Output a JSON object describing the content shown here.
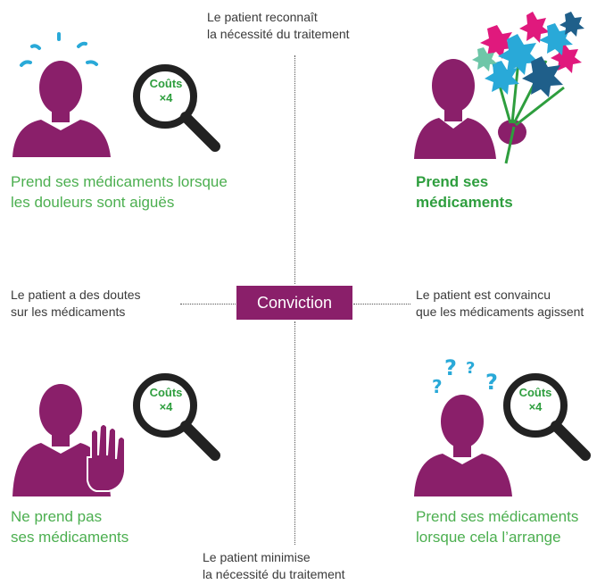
{
  "axis": {
    "top": [
      "Le patient reconnaît",
      "la nécessité du traitement"
    ],
    "bottom": [
      "Le patient minimise",
      "la nécessité du traitement"
    ],
    "left": [
      "Le patient a des doutes",
      "sur les médicaments"
    ],
    "right": [
      "Le patient est convaincu",
      "que les médicaments agissent"
    ],
    "center": "Conviction"
  },
  "quadrants": {
    "top_left": {
      "lines": [
        "Prend ses médicaments lorsque",
        "les douleurs sont aiguës"
      ],
      "badge": [
        "Coûts",
        "×4"
      ]
    },
    "top_right": {
      "lines": [
        "Prend ses",
        "médicaments"
      ]
    },
    "bottom_left": {
      "lines": [
        "Ne prend pas",
        "ses médicaments"
      ],
      "badge": [
        "Coûts",
        "×4"
      ]
    },
    "bottom_right": {
      "lines": [
        "Prend ses médicaments",
        "lorsque cela l’arrange"
      ],
      "badge": [
        "Coûts",
        "×4"
      ]
    }
  },
  "icons": {
    "top_left": "person-sweating-icon",
    "top_right": "person-holding-flowers-icon",
    "bottom_left": "person-stop-hand-icon",
    "bottom_right": "person-question-marks-icon",
    "magnifier": "magnifier-icon"
  },
  "colors": {
    "figure": "#8a1f6a",
    "accent_text": "#4caf50",
    "accent_blue": "#29a9d8",
    "center_box": "#8a1f6a"
  }
}
